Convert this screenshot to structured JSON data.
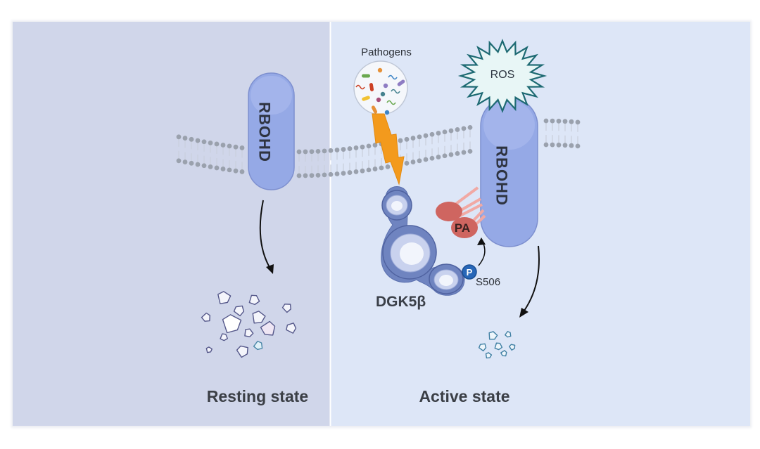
{
  "figure": {
    "labels": {
      "pathogens": "Pathogens",
      "ros": "ROS",
      "rbohd_resting": "RBOHD",
      "rbohd_active": "RBOHD",
      "dgk": "DGK5β",
      "pa": "PA",
      "phospho": "P",
      "site": "S506",
      "resting_state": "Resting state",
      "active_state": "Active state"
    },
    "colors": {
      "resting_panel": "#d0d6ea",
      "active_panel": "#dde6f7",
      "rbohd_fill": "#95a9e6",
      "lightning": "#f39a1d",
      "pa_fill": "#cf6560",
      "dgk_fill": "#6f84c0",
      "phospho_fill": "#2867b8"
    }
  }
}
